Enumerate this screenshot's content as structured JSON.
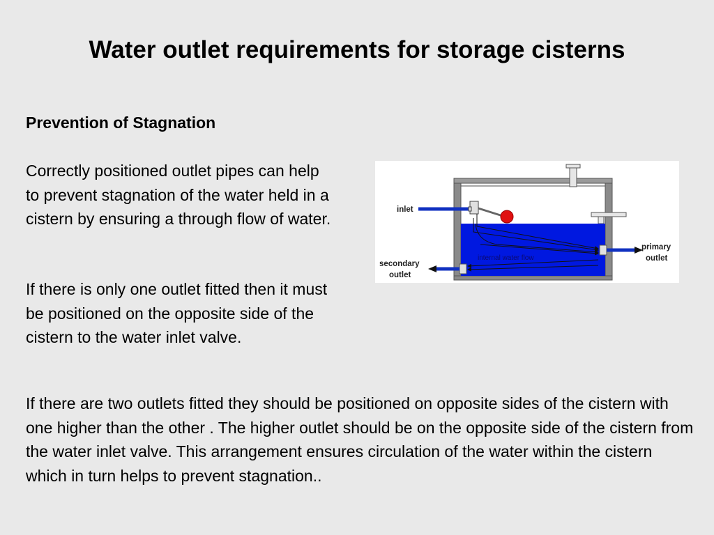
{
  "slide": {
    "title": "Water outlet requirements for storage cisterns",
    "subtitle": "Prevention of Stagnation",
    "paragraph1": "Correctly positioned outlet pipes can help to prevent stagnation of the water held in a cistern by ensuring a through flow of water.",
    "paragraph2": "If there is only one outlet fitted then it must be positioned on the opposite side of the cistern to the water inlet valve.",
    "paragraph3": "If there are two outlets fitted they should be positioned on opposite sides of the cistern with one higher than the other . The higher outlet should be on the opposite side of the cistern from the water inlet valve. This arrangement ensures circulation of the water within the cistern which in turn helps to prevent stagnation.."
  },
  "diagram": {
    "inlet_label": "inlet",
    "primary_outlet_label_1": "primary",
    "primary_outlet_label_2": "outlet",
    "secondary_outlet_label_1": "secondary",
    "secondary_outlet_label_2": "outlet",
    "flow_label": "internal water flow",
    "colors": {
      "water": "#0018e0",
      "pipe": "#1030c0",
      "float": "#e01010",
      "wall": "#808080"
    }
  }
}
